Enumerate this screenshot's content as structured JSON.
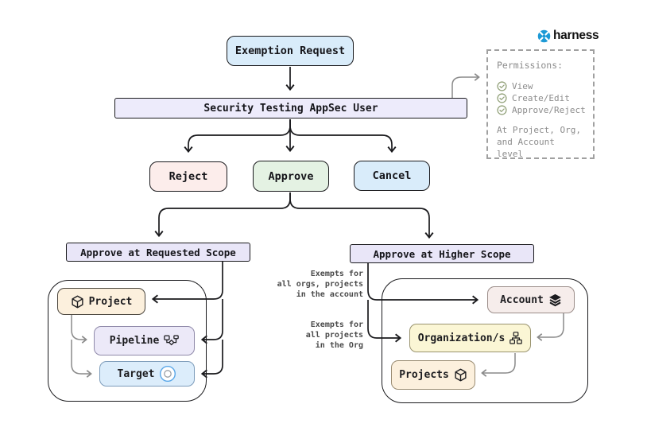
{
  "logo": {
    "brand": "harness"
  },
  "permissions_panel": {
    "title": "Permissions:",
    "items": [
      "View",
      "Create/Edit",
      "Approve/Reject"
    ],
    "footer": [
      "At Project, Org,",
      "and Account level"
    ]
  },
  "flow": {
    "start": "Exemption Request",
    "actor": "Security Testing AppSec User",
    "decisions": {
      "reject": "Reject",
      "approve": "Approve",
      "cancel": "Cancel"
    },
    "requested_scope": {
      "title": "Approve at Requested Scope",
      "nodes": {
        "project": "Project",
        "pipeline": "Pipeline",
        "target": "Target"
      }
    },
    "higher_scope": {
      "title": "Approve at Higher Scope",
      "nodes": {
        "account": "Account",
        "organizations": "Organization/s",
        "projects": "Projects"
      }
    },
    "annotations": {
      "account_note": [
        "Exempts for",
        "all orgs, projects",
        "in the account"
      ],
      "org_note": [
        "Exempts for",
        "all projects",
        "in the Org"
      ]
    }
  },
  "colors": {
    "ink": "#1a1a1d",
    "gray-line": "#8a8a8a",
    "brand-blue": "#1d9ad6",
    "check-green": "#94a37c",
    "muted-text": "#8c8c8c",
    "note-text": "#4a4a4a",
    "start-blue": "#d9ecfa",
    "actor-lavender": "#edebfb",
    "reject-pink": "#fcedeb",
    "approve-green": "#e4f2e3",
    "cancel-blue": "#d9ecfa",
    "scope-lavender": "#e9e6f8",
    "cream": "#fcf0dd",
    "lavender-node": "#ece9f8",
    "target-blue": "#dcedfb",
    "rose": "#f6edeb",
    "yellow": "#fbf6d5"
  }
}
